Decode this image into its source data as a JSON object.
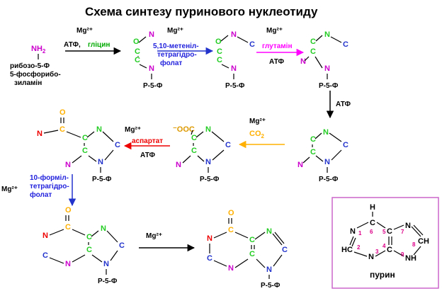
{
  "title": "Схема синтезу пуринового нуклеотиду",
  "colors": {
    "carbon": "#22cc22",
    "nitrogen": "#cc00cc",
    "blue_n": "#2233cc",
    "red_n": "#ee0000",
    "orange": "#ffb000",
    "dark_red": "#990000",
    "magenta": "#ff00ff",
    "blue_label": "#2222dd",
    "green_label": "#00aa00",
    "red_label": "#ee0000",
    "purple_box": "#cc66cc",
    "pink_num": "#dd0088",
    "black": "#000000"
  },
  "start": {
    "nh2": "NH",
    "nh2_sub": "2",
    "name": [
      "рибозо-5-Ф",
      "5-фосфорибо-",
      "зиламін"
    ]
  },
  "steps": [
    {
      "cofactor": "Mg²⁺",
      "top": "",
      "reagent": "гліцин",
      "bottom": "АТФ,",
      "reagent_lines": []
    },
    {
      "cofactor": "Mg²⁺",
      "reagent_lines": [
        "5,10-метеніл-",
        "тетрагідро-",
        "фолат"
      ]
    },
    {
      "cofactor": "Mg²⁺",
      "reagent": "глутамін",
      "bottom": "АТФ"
    },
    {
      "bottom": "АТФ"
    },
    {
      "cofactor": "Mg²⁺",
      "reagent": "CO",
      "reagent_sub": "2"
    },
    {
      "cofactor": "Mg²⁺",
      "reagent": "аспартат",
      "bottom": "АТФ"
    },
    {
      "cofactor": "Mg²⁺",
      "reagent_lines": [
        "10-форміл-",
        "тетрагідро-",
        "фолат"
      ]
    },
    {
      "cofactor": "Mg²⁺"
    }
  ],
  "atoms": {
    "c": "C",
    "n": "N",
    "o": "O",
    "ooc": "⁻OOC",
    "p5f": "P-5-Ф"
  },
  "purine": {
    "label": "пурин",
    "h": "H",
    "hc": "HC",
    "ch": "CH",
    "nh": "NH",
    "n": "N",
    "c": "C",
    "nums": [
      "1",
      "2",
      "3",
      "4",
      "5",
      "6",
      "7",
      "8",
      "9"
    ]
  }
}
